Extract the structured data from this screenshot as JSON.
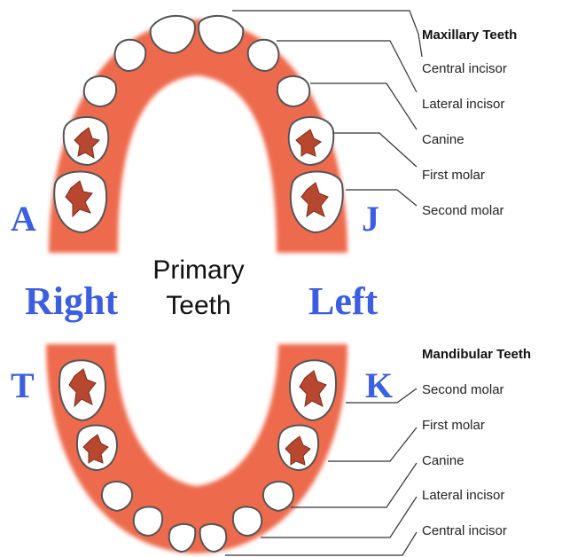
{
  "colors": {
    "gum": "#ee6a4e",
    "letters": "#3b5fe0",
    "fissure": "#b7472e"
  },
  "center_label": {
    "line1": "Primary",
    "line2": "Teeth"
  },
  "side_labels": {
    "right": "Right",
    "left": "Left"
  },
  "letters": {
    "a": "A",
    "j": "J",
    "t": "T",
    "k": "K"
  },
  "maxillary": {
    "title": "Maxillary Teeth",
    "items": [
      "Central incisor",
      "Lateral incisor",
      "Canine",
      "First molar",
      "Second molar"
    ]
  },
  "mandibular": {
    "title": "Mandibular Teeth",
    "items": [
      "Second molar",
      "First molar",
      "Canine",
      "Lateral incisor",
      "Central incisor"
    ]
  }
}
